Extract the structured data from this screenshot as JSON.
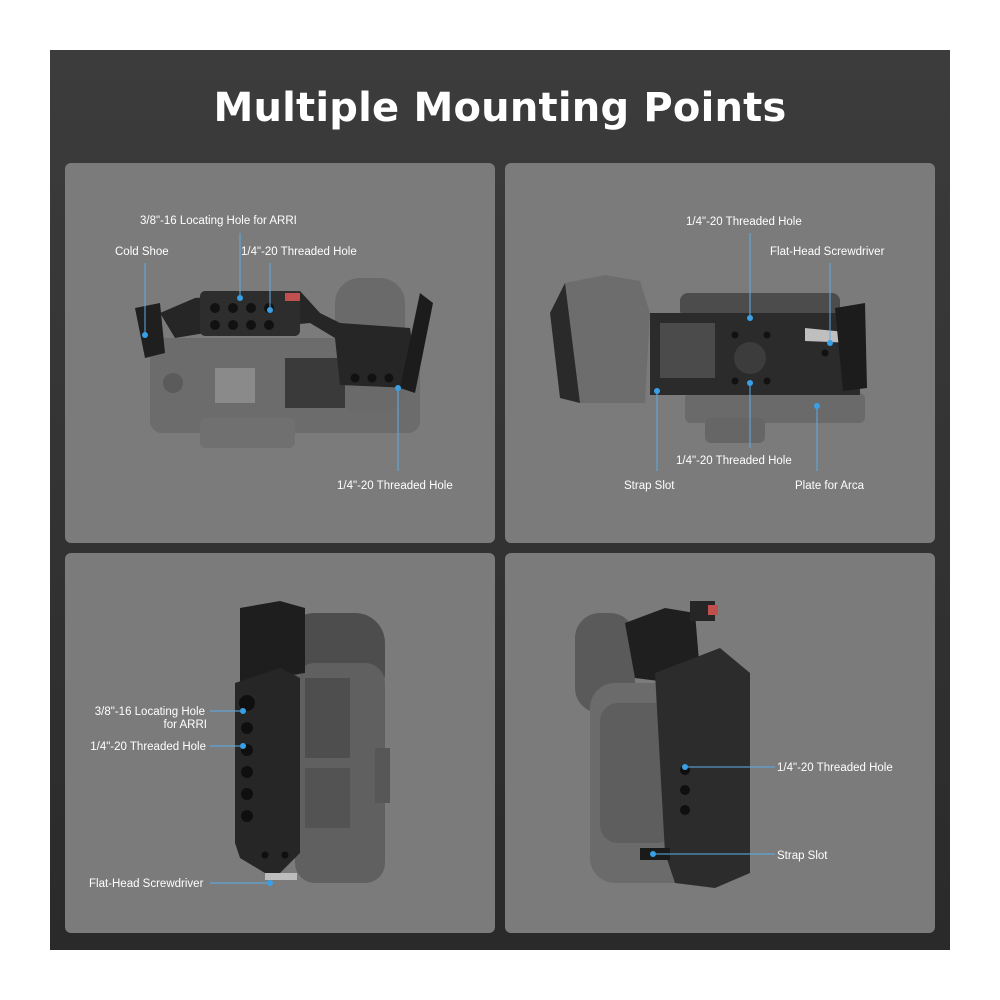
{
  "title": "Multiple Mounting Points",
  "colors": {
    "accent": "#3aa0e6",
    "panel": "#7b7b7b",
    "background": "#333333"
  },
  "panels": [
    {
      "labels": {
        "locating": "3/8\"-16 Locating Hole for ARRI",
        "cold_shoe": "Cold Shoe",
        "threaded_top": "1/4\"-20 Threaded Hole",
        "threaded_side": "1/4\"-20 Threaded Hole"
      }
    },
    {
      "labels": {
        "threaded_top": "1/4\"-20 Threaded Hole",
        "screwdriver": "Flat-Head Screwdriver",
        "threaded_bottom": "1/4\"-20 Threaded Hole",
        "strap_slot": "Strap Slot",
        "plate": "Plate for Arca"
      }
    },
    {
      "labels": {
        "locating_l1": "3/8\"-16 Locating Hole",
        "locating_l2": "for ARRI",
        "threaded": "1/4\"-20 Threaded Hole",
        "screwdriver": "Flat-Head Screwdriver"
      }
    },
    {
      "labels": {
        "threaded": "1/4\"-20 Threaded Hole",
        "strap_slot": "Strap Slot"
      }
    }
  ]
}
